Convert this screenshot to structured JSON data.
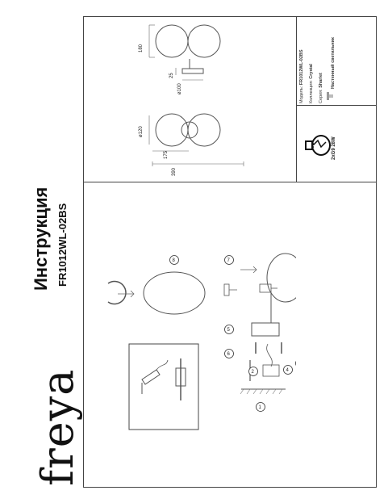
{
  "brand": {
    "logo": "freya"
  },
  "header": {
    "title": "Инструкция",
    "model": "FR1012WL-02BS"
  },
  "specs": {
    "model_label": "Модель:",
    "model_value": "FR1012WL-02BS",
    "collection_label": "Коллекция:",
    "collection_value": "Crystal",
    "series_label": "Серия:",
    "series_value": "Sharlet",
    "type_value": "Настенный светильник"
  },
  "bulb": {
    "label": "2xG9 28W"
  },
  "dimensions": {
    "front_width": "390",
    "front_half": "175",
    "front_diameter": "ø120",
    "side_height": "180",
    "side_depth": "25",
    "side_base": "ø100"
  },
  "callouts": [
    "1",
    "2",
    "3",
    "4",
    "5",
    "6",
    "7",
    "8"
  ]
}
